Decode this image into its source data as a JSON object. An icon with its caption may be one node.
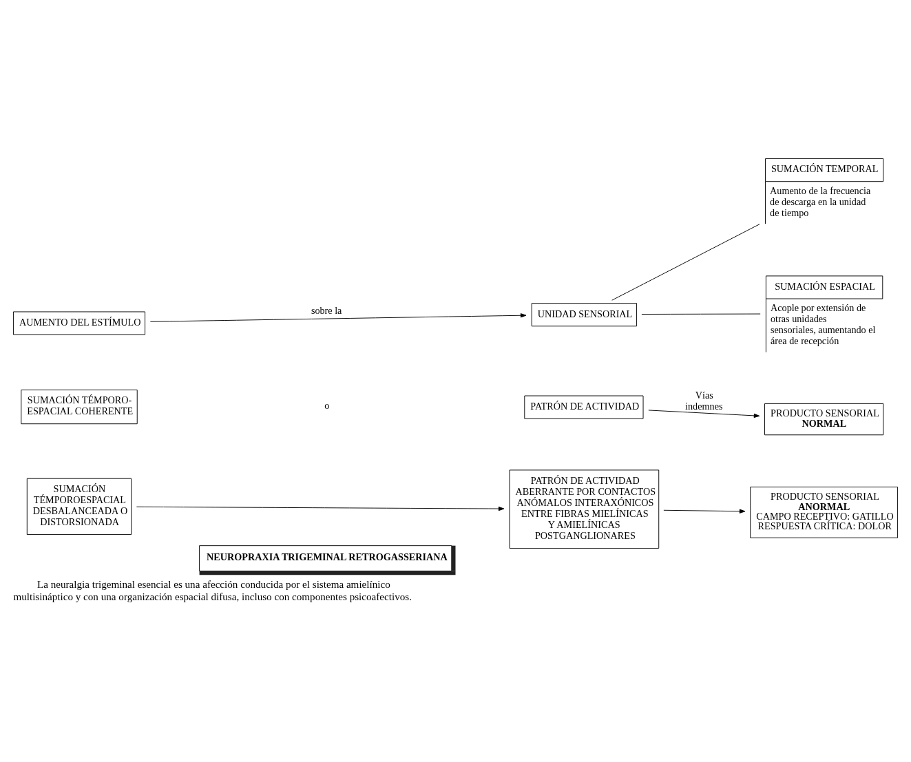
{
  "diagram": {
    "caption": "La neuralgia trigeminal esencial es una afección conducida por el sistema amielínico multisináptico y con una organización espacial difusa, incluso con componentes psicoafectivos.",
    "nodes": [
      {
        "text": [
          "AUMENTO DEL ESTÍMULO"
        ]
      },
      {
        "text": [
          "UNIDAD SENSORIAL"
        ]
      },
      {
        "text": [
          "SUMACIÓN TEMPORAL",
          "Aumento de la frecuencia de descarga en la unidad de tiempo"
        ]
      },
      {
        "text": [
          "SUMACIÓN ESPACIAL",
          "Acople por extensión de otras unidades sensoriales, aumentando el área de recepción"
        ]
      },
      {
        "text": [
          "SUMACIÓN TÉMPORO-ESPACIAL COHERENTE"
        ]
      },
      {
        "text": [
          "PATRÓN DE ACTIVIDAD"
        ]
      },
      {
        "text": [
          "PRODUCTO SENSORIAL",
          "NORMAL"
        ]
      },
      {
        "text": [
          "SUMACIÓN TÉMPOROESPACIAL DESBALANCEADA O DISTORSIONADA"
        ]
      },
      {
        "text": [
          "PATRÓN DE ACTIVIDAD ABERRANTE POR CONTACTOS ANÓMALOS INTERAXÓNICOS ENTRE FIBRAS MIELÍNICAS Y AMIELÍNICAS POSTGANGLIONARES"
        ]
      },
      {
        "text": [
          "PRODUCTO SENSORIAL",
          "ANORMAL",
          "CAMPO RECEPTIVO: GATILLO",
          "RESPUESTA CRÍTICA: DOLOR"
        ]
      },
      {
        "text": [
          "NEUROPRAXIA TRIGEMINAL RETROGASSERIANA"
        ]
      }
    ],
    "edges": [
      {
        "from": 0,
        "to": 1,
        "arrow": "to",
        "label": "sobre la"
      },
      {
        "from": 1,
        "to": 2,
        "arrow": "none"
      },
      {
        "from": 1,
        "to": 3,
        "arrow": "none"
      },
      {
        "from": 5,
        "to": 6,
        "arrow": "to",
        "label": "Vías indemnes"
      },
      {
        "from": 7,
        "to": 8,
        "arrow": "to"
      },
      {
        "from": 8,
        "to": 9,
        "arrow": "to"
      }
    ],
    "labels": [
      "o"
    ]
  }
}
